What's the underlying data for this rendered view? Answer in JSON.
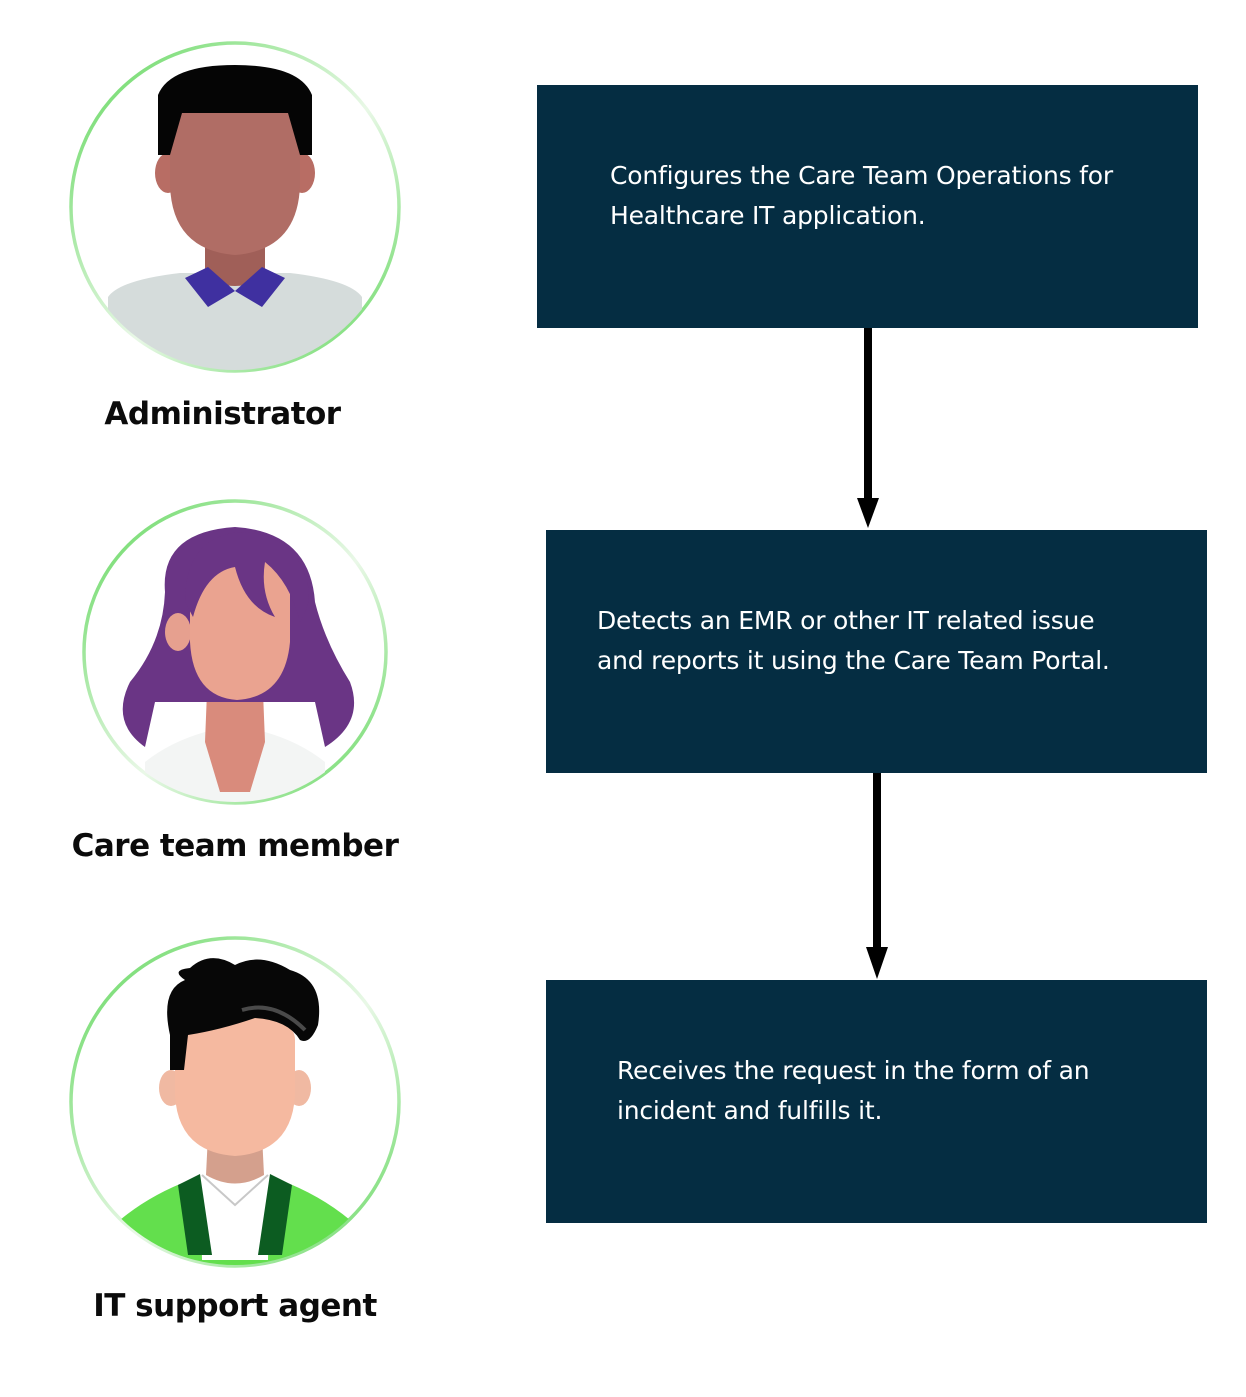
{
  "roles": [
    {
      "id": "administrator",
      "label": "Administrator"
    },
    {
      "id": "care-team-member",
      "label": "Care team member"
    },
    {
      "id": "it-support-agent",
      "label": "IT support agent"
    }
  ],
  "steps": [
    {
      "line1": "Configures the Care Team Operations for",
      "line2": "Healthcare IT application."
    },
    {
      "line1": "Detects an EMR or other IT related issue",
      "line2": "and reports it using the Care Team Portal."
    },
    {
      "line1": "Receives the request in the form of an",
      "line2": "incident and fulfills it."
    }
  ],
  "colors": {
    "box_fill": "#052d42",
    "box_text": "#ffffff",
    "ring": "#5fd75a",
    "arrow": "#000000",
    "label": "#0b0b0b"
  },
  "icons": [
    "administrator-avatar-icon",
    "care-team-member-avatar-icon",
    "it-support-agent-avatar-icon",
    "arrow-down-icon"
  ]
}
